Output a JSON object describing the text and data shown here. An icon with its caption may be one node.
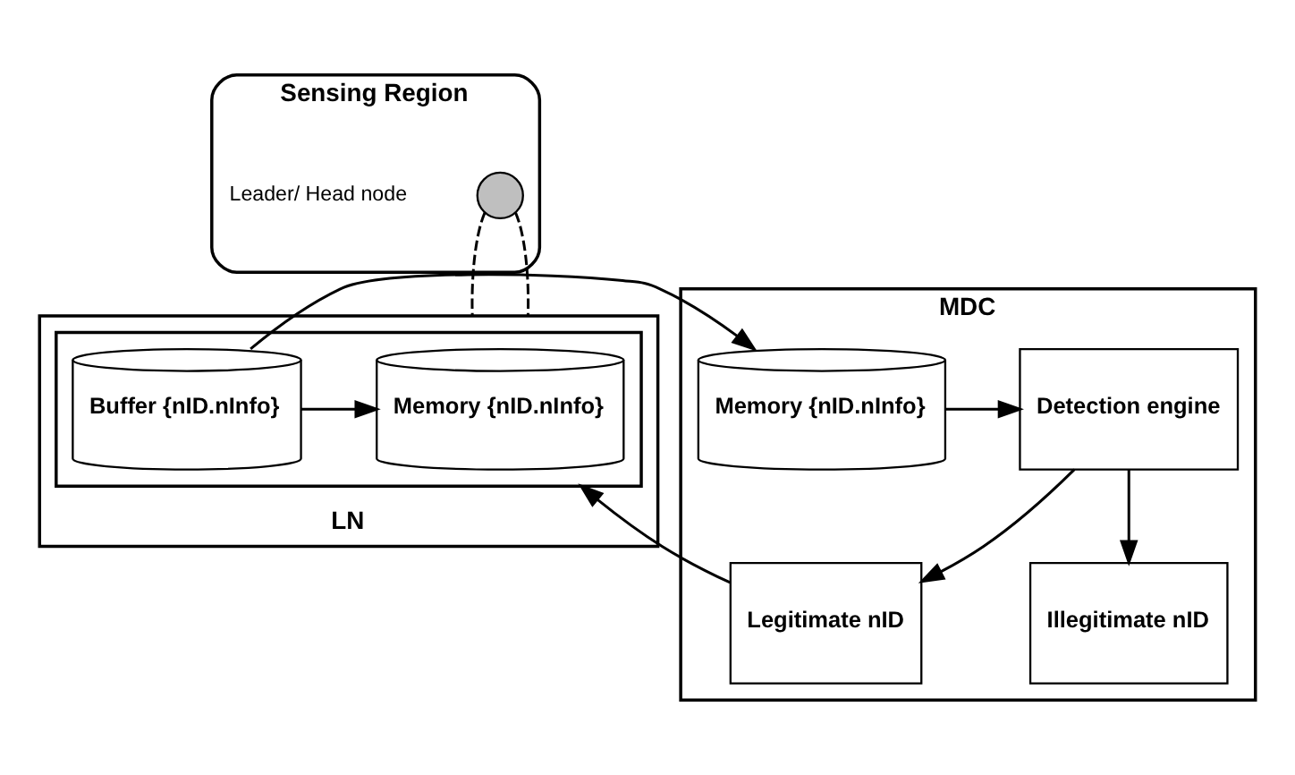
{
  "diagram": {
    "nodes": [
      {
        "text": [
          "Sensing Region"
        ]
      },
      {
        "text": [],
        "shape": "circle",
        "beside": [
          "Leader/ Head node"
        ],
        "in": 0
      },
      {
        "text": [
          "LN"
        ]
      },
      {
        "text": [],
        "shape": "box",
        "in": 2
      },
      {
        "text": [
          "Memory {nID.nInfo}"
        ],
        "in": 3
      },
      {
        "text": [
          "Buffer {nID.nInfo}"
        ],
        "in": 3
      },
      {
        "text": [
          "MDC"
        ]
      },
      {
        "text": [
          "Memory {nID.nInfo}"
        ],
        "in": 6
      },
      {
        "text": [
          "Detection engine"
        ],
        "in": 6
      },
      {
        "text": [
          "Legitimate nID"
        ],
        "in": 6
      },
      {
        "text": [
          "Illegitimate nID"
        ],
        "in": 6
      }
    ],
    "edges": [
      {
        "from": 1,
        "to": 2,
        "arrow": "none",
        "style": "dashed"
      },
      {
        "from": 1,
        "to": 2,
        "arrow": "none",
        "style": "dashed"
      },
      {
        "from": 5,
        "to": 4,
        "arrow": "to"
      },
      {
        "from": 5,
        "to": 7,
        "arrow": "to"
      },
      {
        "from": 7,
        "to": 8,
        "arrow": "to"
      },
      {
        "from": 8,
        "to": 9,
        "arrow": "to"
      },
      {
        "from": 8,
        "to": 10,
        "arrow": "to"
      },
      {
        "from": 9,
        "to": 3,
        "arrow": "to"
      }
    ]
  }
}
